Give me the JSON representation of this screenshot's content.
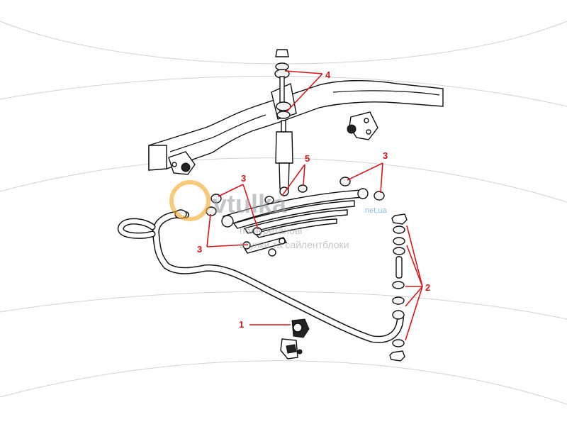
{
  "diagram": {
    "callouts": [
      {
        "id": "1",
        "label": "1"
      },
      {
        "id": "2",
        "label": "2"
      },
      {
        "id": "3a",
        "label": "3"
      },
      {
        "id": "3b",
        "label": "3"
      },
      {
        "id": "3c",
        "label": "3"
      },
      {
        "id": "4",
        "label": "4"
      },
      {
        "id": "5",
        "label": "5"
      }
    ]
  },
  "watermark": {
    "brand": "vtulka",
    "domain": ".net.ua",
    "tagline_line1": "поліуретанові",
    "tagline_line2": "втулки та сайлентблоки"
  },
  "colors": {
    "callout": "#d61818",
    "brand_orange": "#f6a623",
    "watermark_gray": "#9aa0a6",
    "domain_blue": "#2f8fd8"
  }
}
